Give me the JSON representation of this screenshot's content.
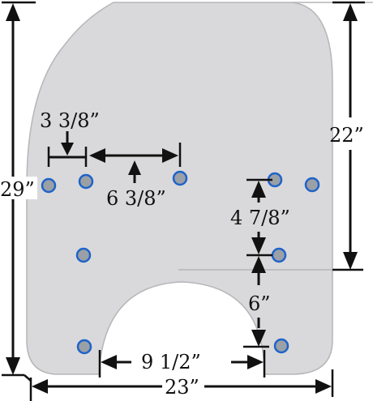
{
  "colors": {
    "shield_fill": "#d9d9db",
    "shield_edge": "#b6b6b9",
    "hole_fill": "#9aa0a6",
    "hole_ring": "#1f63c9",
    "ink": "#111111"
  },
  "dimensions": {
    "overall_height": "29”",
    "upper_height": "22”",
    "hole_offset": "3 3/8”",
    "hole_spacing": "6 3/8”",
    "right_hole_spacing": "4 7/8”",
    "notch_depth": "6”",
    "notch_width": "9 1/2”",
    "overall_width": "23”"
  },
  "holes_count": 9
}
